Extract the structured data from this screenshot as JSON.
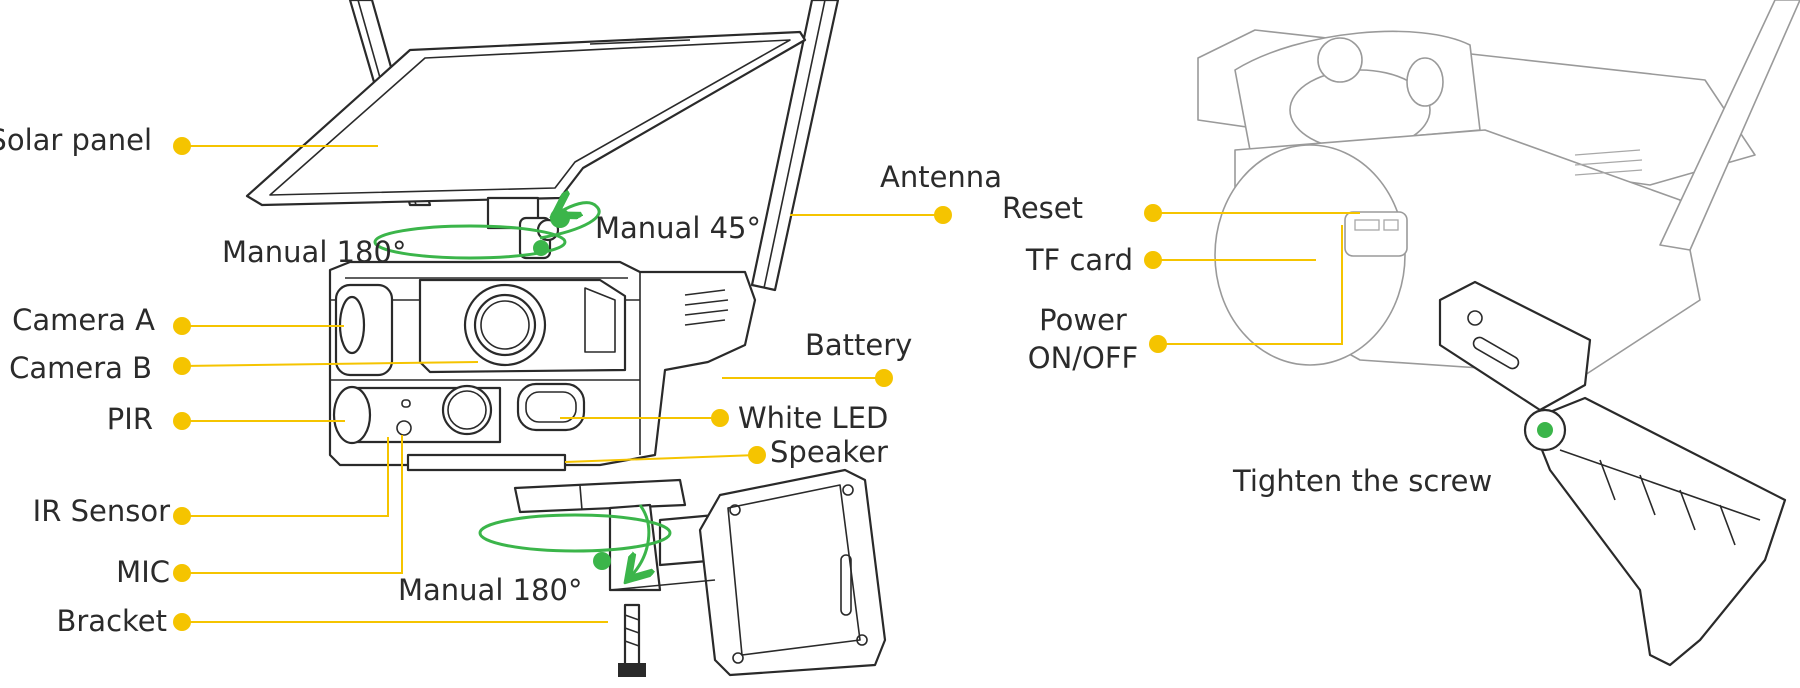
{
  "figure": {
    "labels_left": {
      "solar_panel": "Solar panel",
      "camera_a": "Camera A",
      "camera_b": "Camera B",
      "pir": "PIR",
      "ir_sensor": "IR Sensor",
      "mic": "MIC",
      "bracket": "Bracket"
    },
    "labels_right": {
      "antenna": "Antenna",
      "battery": "Battery",
      "white_led": "White LED",
      "speaker": "Speaker"
    },
    "rotations": {
      "top": "Manual 180°",
      "tilt": "Manual 45°",
      "bottom": "Manual 180°"
    },
    "detail_labels": {
      "reset": "Reset",
      "tf_card": "TF card",
      "power_line1": "Power",
      "power_line2": "ON/OFF",
      "tighten": "Tighten the screw"
    },
    "colors": {
      "leader": "#f5c400",
      "rotation_arrow": "#3bb54a",
      "line_art": "#2a2a2a"
    }
  }
}
